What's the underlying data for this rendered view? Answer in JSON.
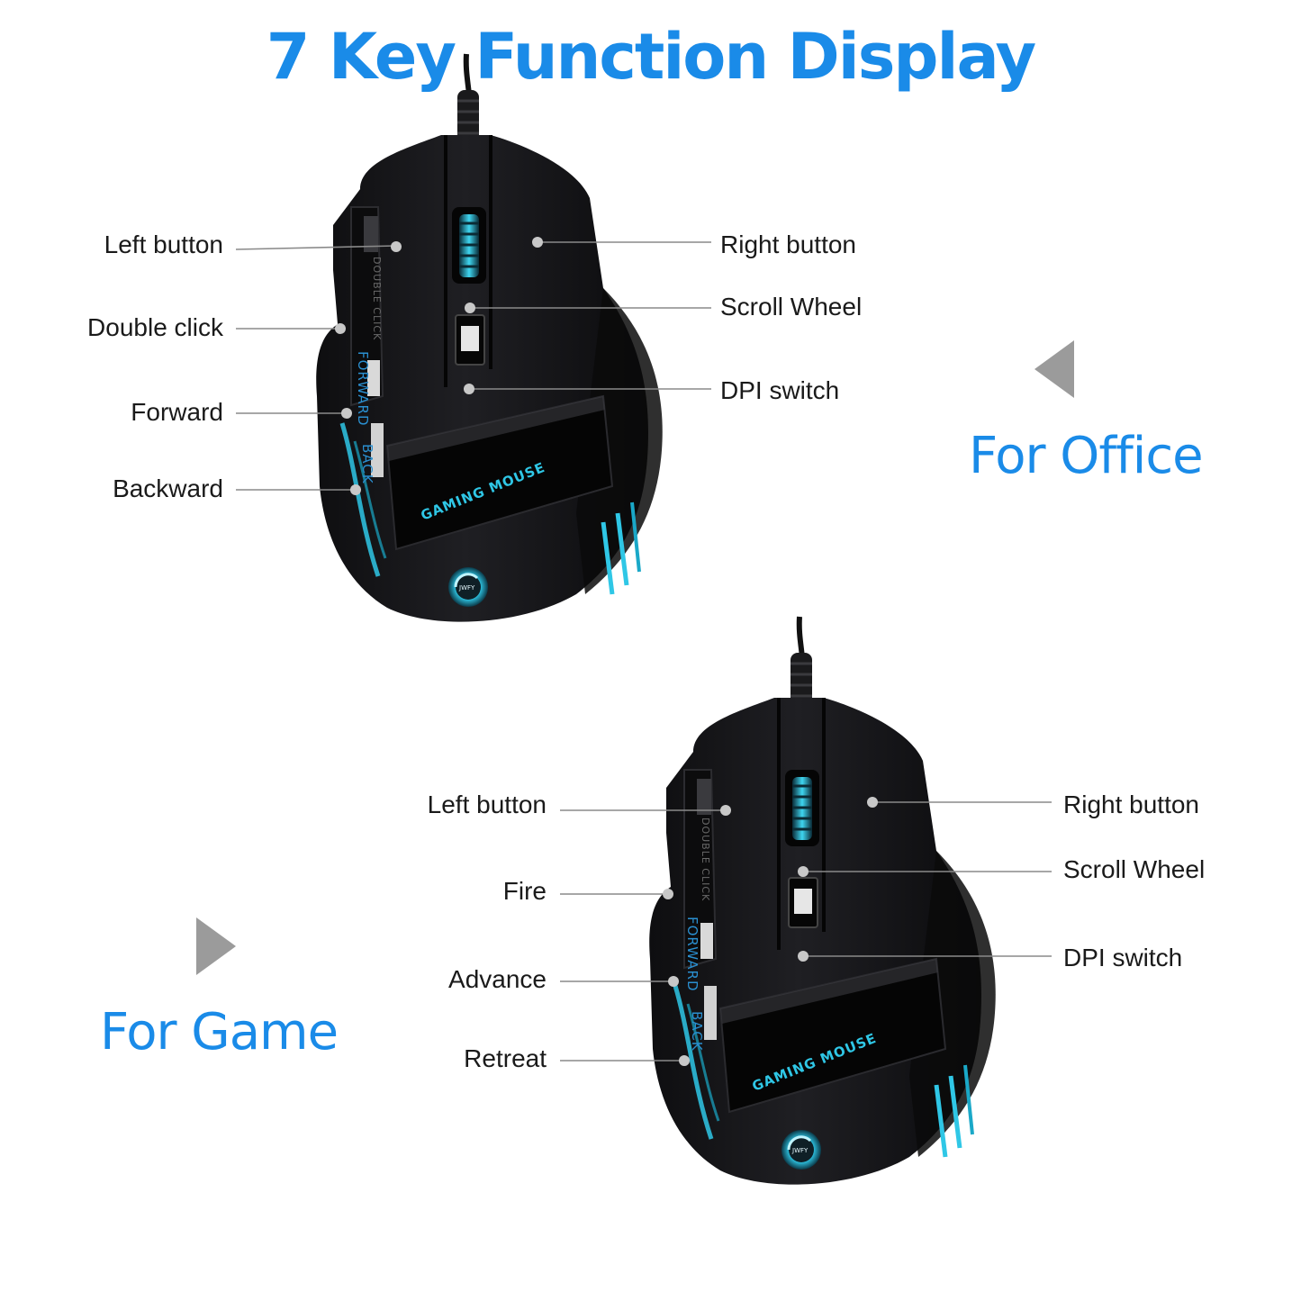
{
  "title": "7 Key Function Display",
  "colors": {
    "accent": "#1a8be8",
    "mouse_body": "#141416",
    "glow": "#2fc7e6",
    "leader": "#8a8a8a",
    "arrow": "#9b9b9b"
  },
  "office": {
    "mode_label": "For Office",
    "labels": {
      "left_button": "Left button",
      "double_click": "Double click",
      "forward": "Forward",
      "backward": "Backward",
      "right_button": "Right button",
      "scroll_wheel": "Scroll Wheel",
      "dpi_switch": "DPI switch"
    }
  },
  "game": {
    "mode_label": "For Game",
    "labels": {
      "left_button": "Left button",
      "fire": "Fire",
      "advance": "Advance",
      "retreat": "Retreat",
      "right_button": "Right button",
      "scroll_wheel": "Scroll Wheel",
      "dpi_switch": "DPI switch"
    }
  },
  "mouse_print": {
    "double_click": "DOUBLE CLICK",
    "forward": "FORWARD",
    "back": "BACK",
    "gaming_mouse": "GAMING MOUSE",
    "logo": "JWFY"
  },
  "icons": {
    "office_arrow": "triangle-left-icon",
    "game_arrow": "triangle-right-icon"
  }
}
